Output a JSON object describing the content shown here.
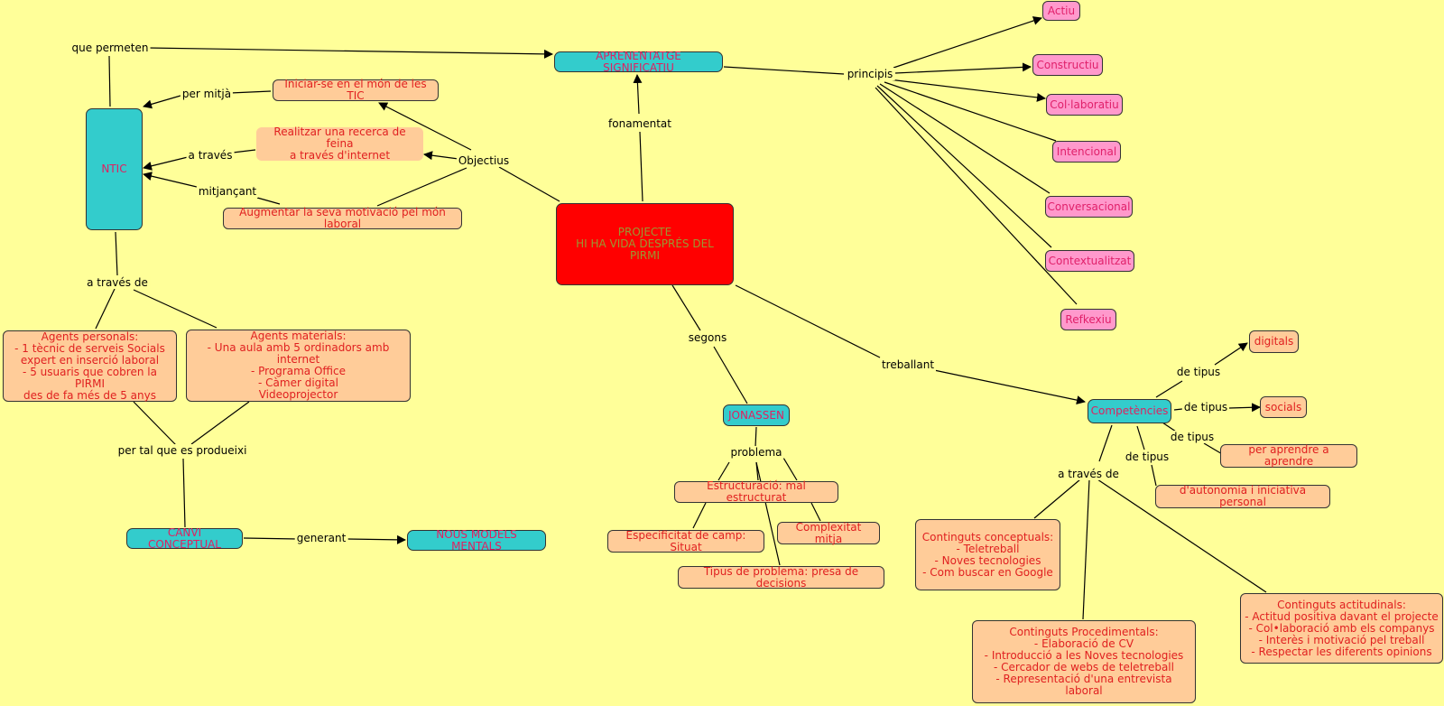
{
  "colors": {
    "background": "#ffff99",
    "teal_concept": "#33cccc",
    "orange_concept": "#ffcc99",
    "pink_concept": "#ff99cc",
    "main_concept": "#ff0000",
    "concept_text": "#e02020"
  },
  "nodes": {
    "main_project": "PROJECTE\nHI HA VIDA DESPRÉS DEL PIRMI",
    "aprenentatge": "APRENENTATGE SIGNIFICATIU",
    "ntic": "NTIC",
    "iniciar": "Iniciar-se en el món de les TIC",
    "recerca": "Realitzar una recerca de feina\na través d'internet",
    "motivacio": "Augmentar la seva motivació pel món laboral",
    "agents_personals": "Agents personals:\n- 1 tècnic de serveis Socials\nexpert en inserció laboral\n- 5 usuaris que cobren la PIRMI\ndes de fa més de 5 anys",
    "agents_materials": "Agents materials:\n- Una aula amb 5 ordinadors amb internet\n- Programa Office\n- Càmer digital\nVideoprojector",
    "canvi": "CANVI CONCEPTUAL",
    "nous_models": "NOUS MODELS MENTALS",
    "actiu": "Actiu",
    "constructiu": "Constructiu",
    "col_laboratiu": "Col·laboratiu",
    "intencional": "Intencional",
    "conversacional": "Conversacional",
    "contextualitzat": "Contextualitzat",
    "refkexiu": "Refkexiu",
    "jonassen": "JONASSEN",
    "estructuracio": "Estructuració: mal estructurat",
    "especificitat": "Especificitat de camp: Situat",
    "complexitat": "Complexitat mitja",
    "tipus_problema": "Tipus de problema: presa de decisions",
    "competencies": "Competències",
    "digitals": "digitals",
    "socials": "socials",
    "aprendre": "per aprendre a aprendre",
    "autonomia": "d'autonomia i iniciativa personal",
    "conceptuals": "Continguts conceptuals:\n-    Teletreball\n-    Noves tecnologies\n-    Com buscar en Google",
    "procedimentals": "Continguts Procedimentals:\n-    Elaboració de CV\n-    Introducció a les Noves tecnologies\n-    Cercador de webs de teletreball\n-    Representació d'una entrevista laboral",
    "actitudinals": "Continguts actitudinals:\n-    Actitud positiva davant el projecte\n-    Col•laboració amb els companys\n-    Interès i motivació pel treball\n-    Respectar les diferents opinions"
  },
  "links": {
    "que_permeten": "que permeten",
    "per_mitja": "per mitjà",
    "a_traves": "a través",
    "mitjancant": "mitjançant",
    "objectius": "Objectius",
    "fonamentat": "fonamentat",
    "principis": "principis",
    "a_traves_de_left": "a través de",
    "per_tal_que": "per tal que es produeixi",
    "generant": "generant",
    "segons": "segons",
    "problema": "problema",
    "treballant": "treballant",
    "de_tipus_1": "de tipus",
    "de_tipus_2": "de tipus",
    "de_tipus_3": "de tipus",
    "de_tipus_4": "de tipus",
    "a_traves_de_right": "a través de"
  }
}
